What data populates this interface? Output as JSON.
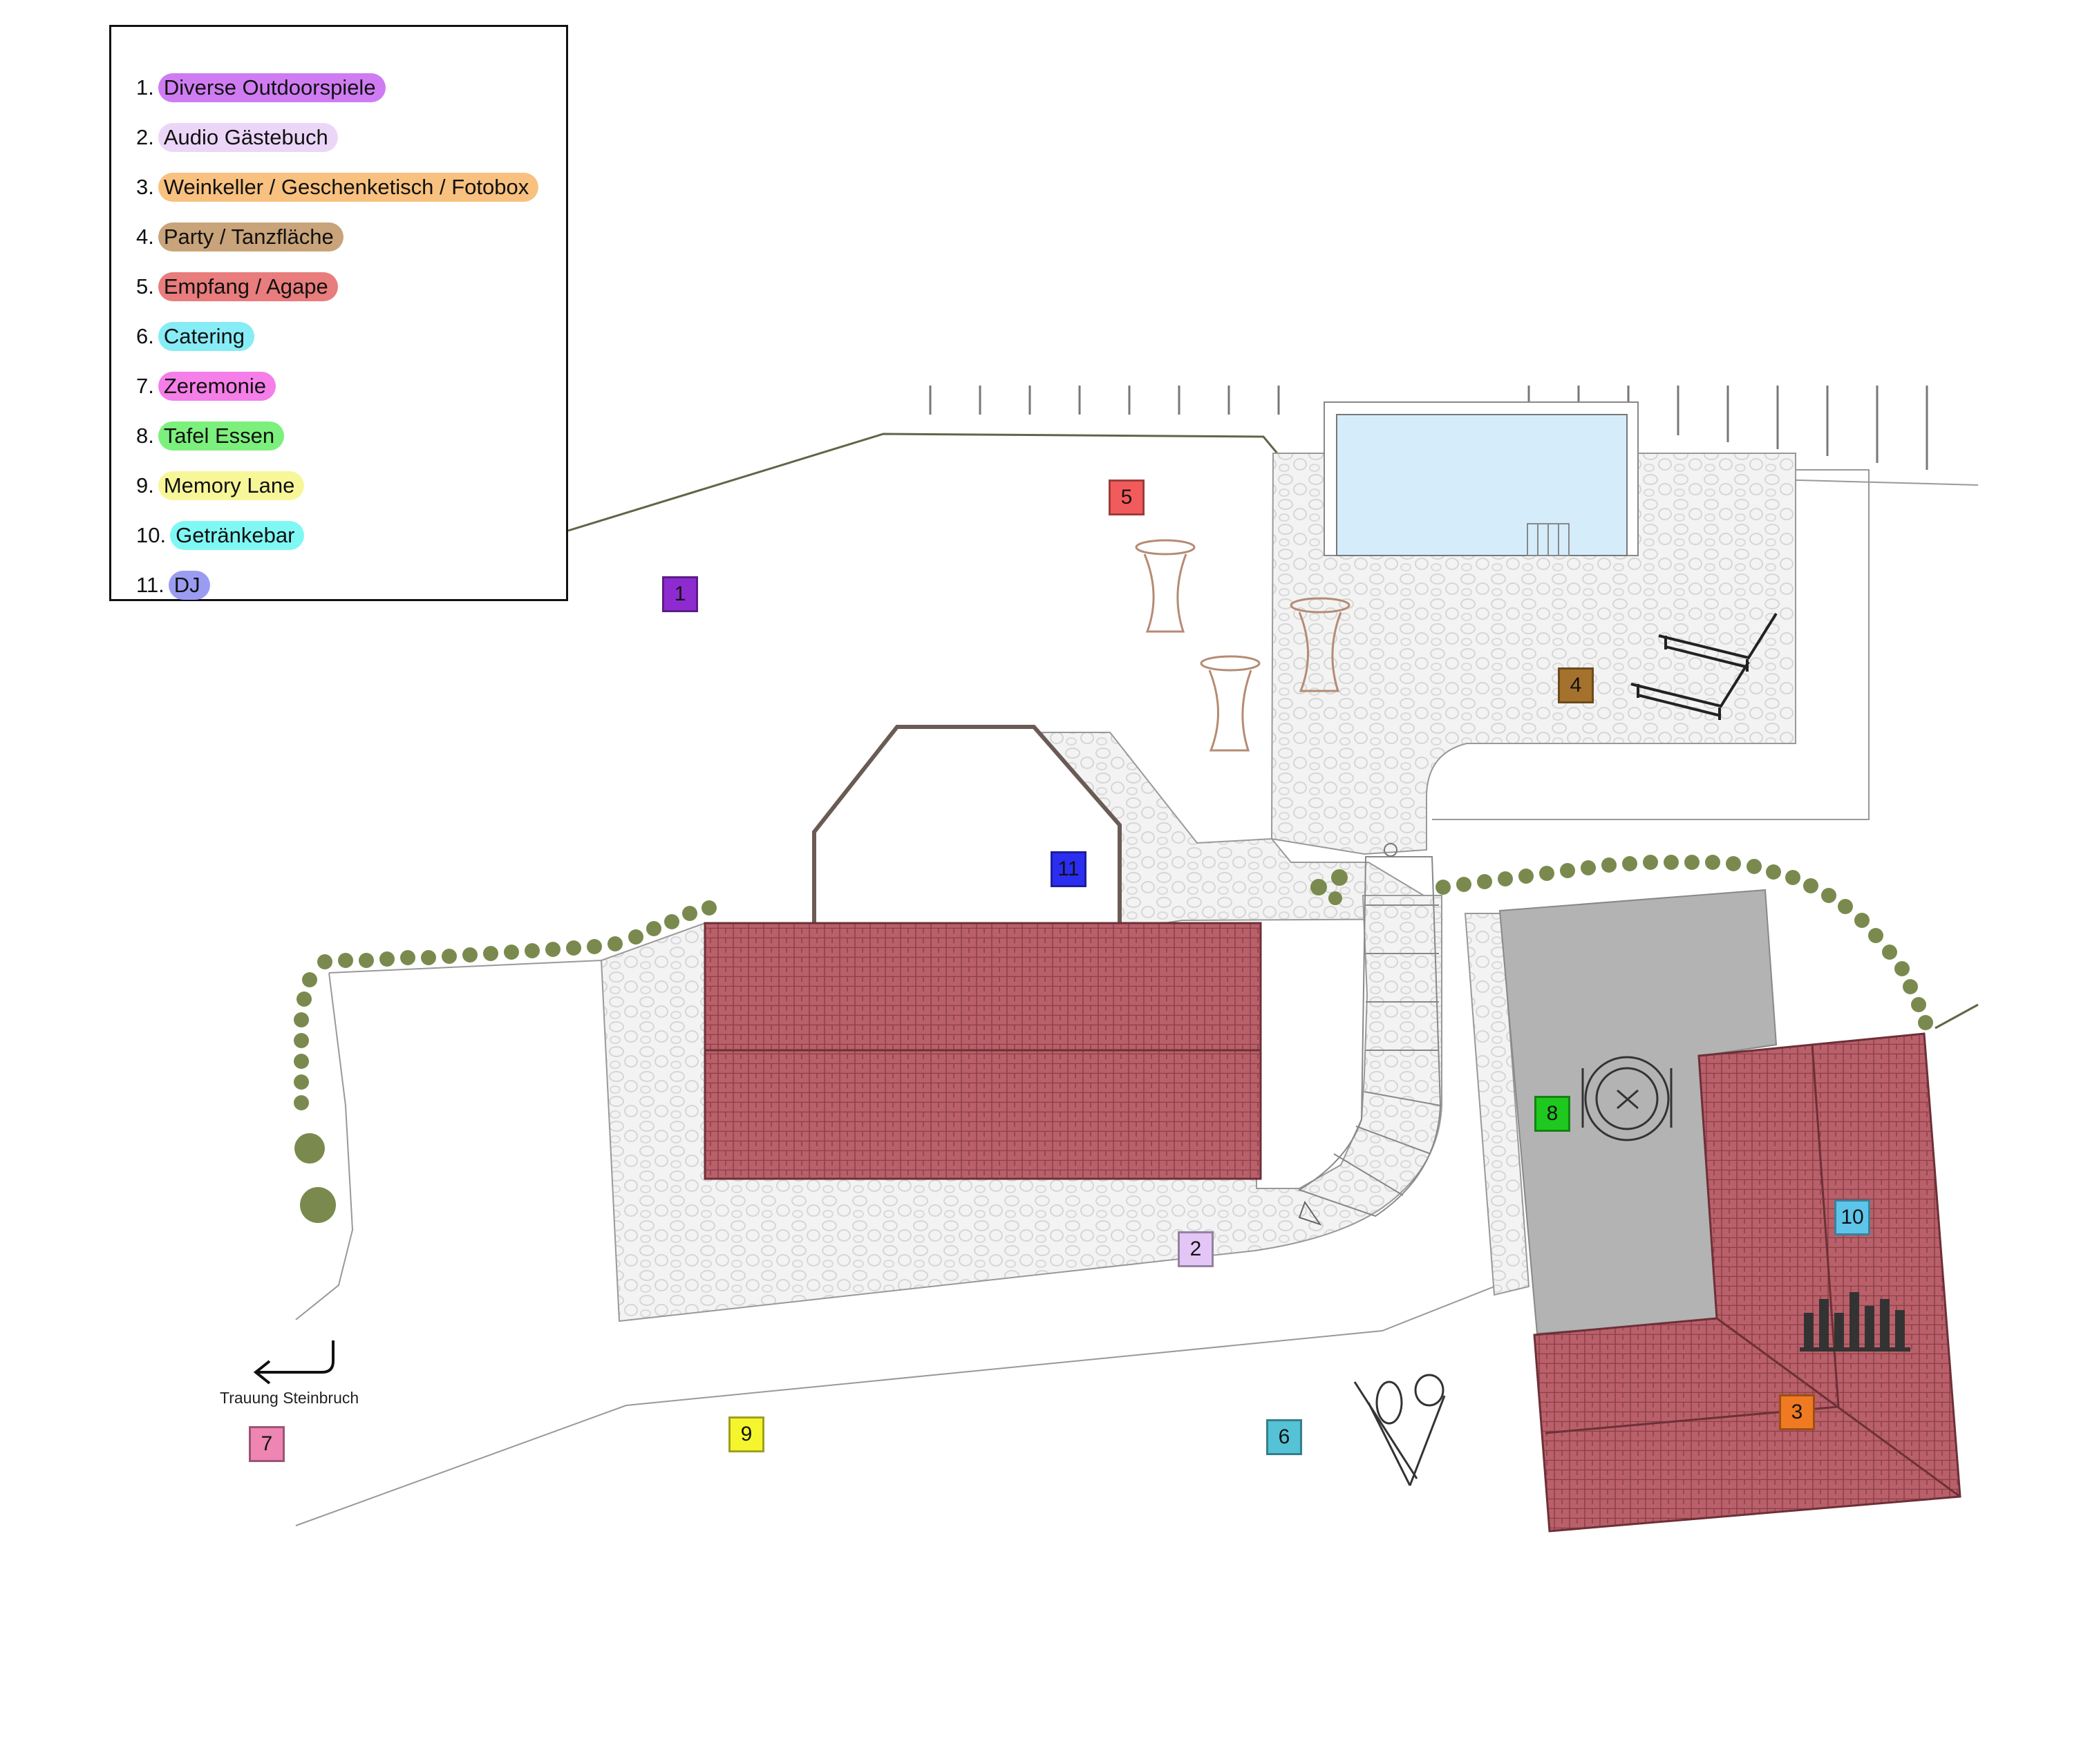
{
  "legend": {
    "items": [
      {
        "num": "1.",
        "label": "Diverse Outdoorspiele",
        "color": "#cf7cf3"
      },
      {
        "num": "2.",
        "label": "Audio Gästebuch",
        "color": "#ecd6f8"
      },
      {
        "num": "3.",
        "label": "Weinkeller / Geschenketisch / Fotobox",
        "color": "#f8c17f"
      },
      {
        "num": "4.",
        "label": "Party / Tanzfläche",
        "color": "#c9a47a"
      },
      {
        "num": "5.",
        "label": "Empfang / Agape",
        "color": "#e97c7c"
      },
      {
        "num": "6.",
        "label": "Catering",
        "color": "#86ecf6"
      },
      {
        "num": "7.",
        "label": "Zeremonie",
        "color": "#f57ee9"
      },
      {
        "num": "8.",
        "label": "Tafel Essen",
        "color": "#7cf07c"
      },
      {
        "num": "9.",
        "label": "Memory Lane",
        "color": "#f7f79a"
      },
      {
        "num": "10.",
        "label": "Getränkebar",
        "color": "#7ff8f4"
      },
      {
        "num": "11.",
        "label": "DJ",
        "color": "#9a9cf2"
      }
    ]
  },
  "markers": [
    {
      "label": "1",
      "color": "#8e2bd0"
    },
    {
      "label": "2",
      "color": "#e3c6f6"
    },
    {
      "label": "3",
      "color": "#f07a22"
    },
    {
      "label": "4",
      "color": "#a5722e"
    },
    {
      "label": "5",
      "color": "#f25b5b"
    },
    {
      "label": "6",
      "color": "#55c2d5"
    },
    {
      "label": "7",
      "color": "#ee85b2"
    },
    {
      "label": "8",
      "color": "#1fc81f"
    },
    {
      "label": "9",
      "color": "#f5f52e"
    },
    {
      "label": "10",
      "color": "#5ec5ea"
    },
    {
      "label": "11",
      "color": "#2b2ef0"
    }
  ],
  "map": {
    "direction_label": "Trauung Steinbruch",
    "colors": {
      "roof": "#b9606a",
      "paving": "#f2f2f2",
      "pool": "#d5ecfb",
      "terrace": "#b3b3b3",
      "hedge": "#7a8a4e",
      "outline": "#8a8a8a"
    }
  }
}
